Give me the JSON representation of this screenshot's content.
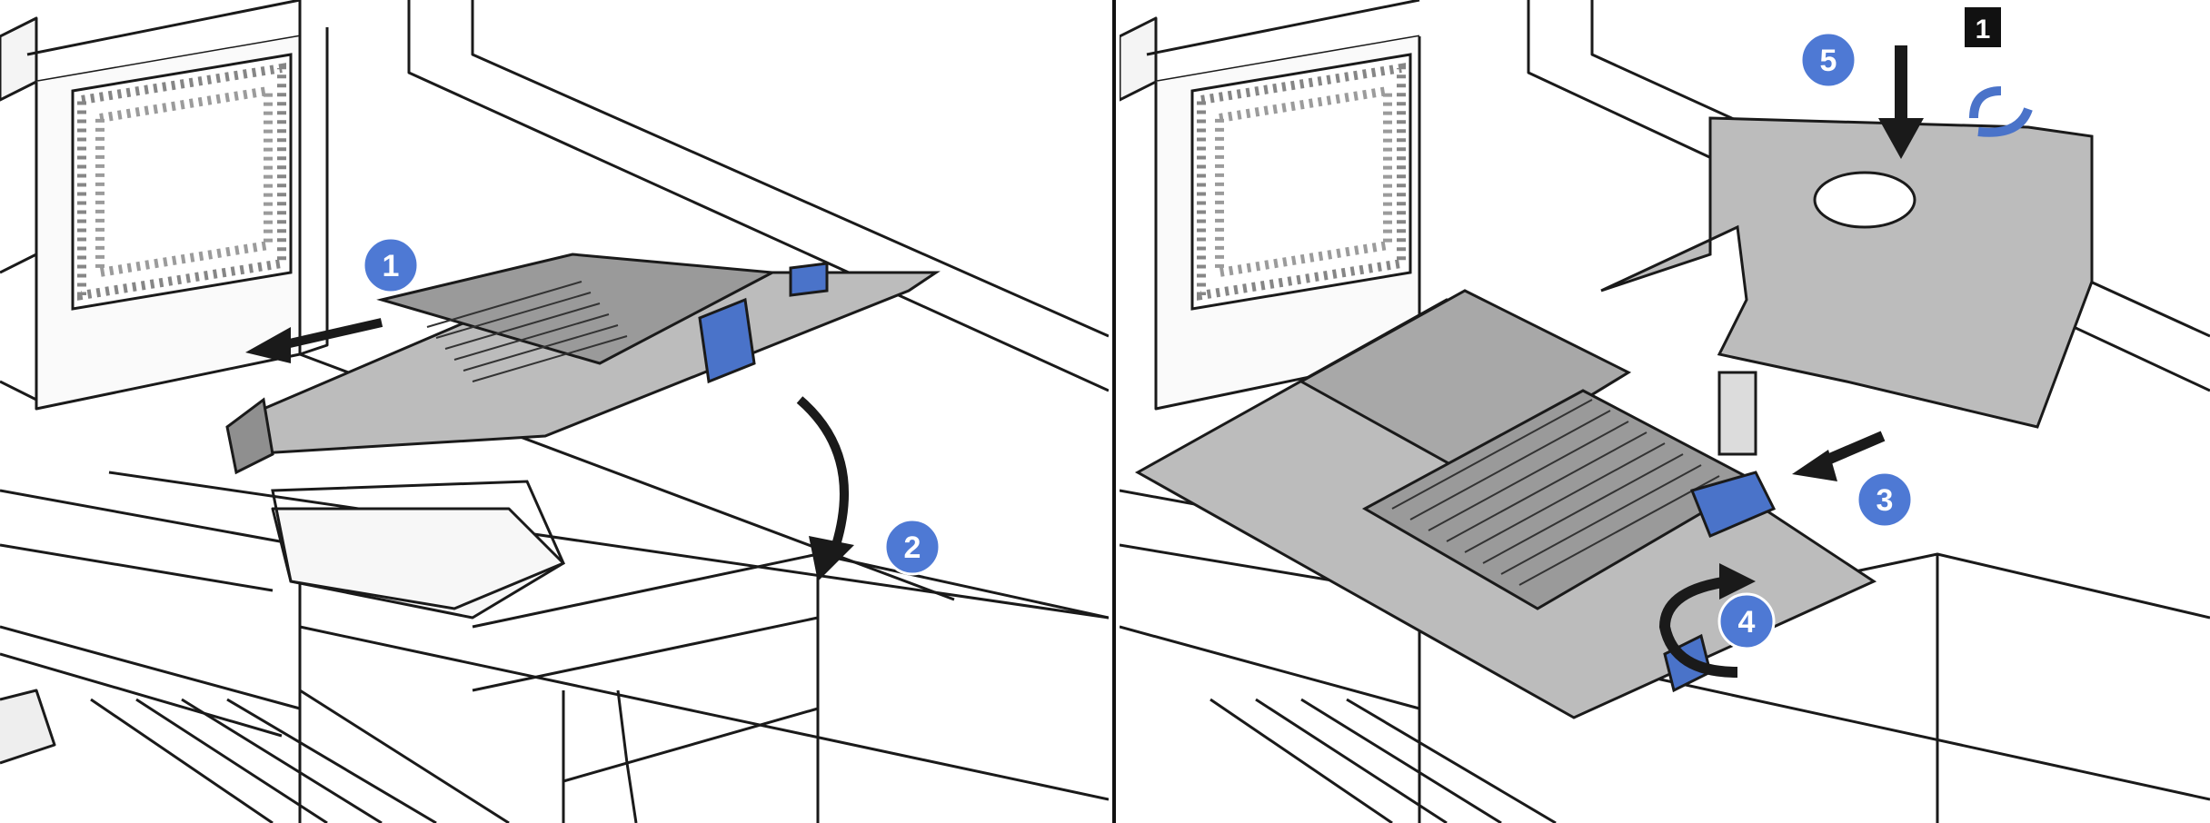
{
  "figure": {
    "left_panel": {
      "callouts": [
        {
          "id": "step-1",
          "label": "1"
        },
        {
          "id": "step-2",
          "label": "2"
        }
      ]
    },
    "right_panel": {
      "callouts": [
        {
          "id": "step-3",
          "label": "3"
        },
        {
          "id": "step-4",
          "label": "4"
        },
        {
          "id": "step-5",
          "label": "5"
        }
      ],
      "tag": {
        "label": "1"
      }
    },
    "colors": {
      "line": "#1a1a1a",
      "metal": "#bcbcbc",
      "metal_dark": "#8f8f8f",
      "accent_blue": "#4a73c9",
      "callout_fill": "#4e79d4",
      "arrow": "#1a1a1a"
    }
  }
}
